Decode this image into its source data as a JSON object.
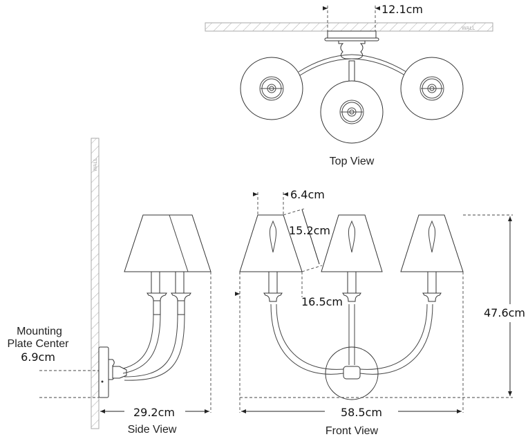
{
  "top_view": {
    "title": "Top View",
    "depth_label": "12.1cm",
    "wall_label": "WALL"
  },
  "side_view": {
    "title": "Side View",
    "projection_label": "29.2cm",
    "wall_label": "WALL",
    "mounting_label_line1": "Mounting",
    "mounting_label_line2": "Plate Center",
    "mounting_value": "6.9cm"
  },
  "front_view": {
    "title": "Front View",
    "shade_top_label": "6.4cm",
    "shade_height_label": "15.2cm",
    "shade_bottom_label": "16.5cm",
    "height_label": "47.6cm",
    "width_label": "58.5cm"
  }
}
